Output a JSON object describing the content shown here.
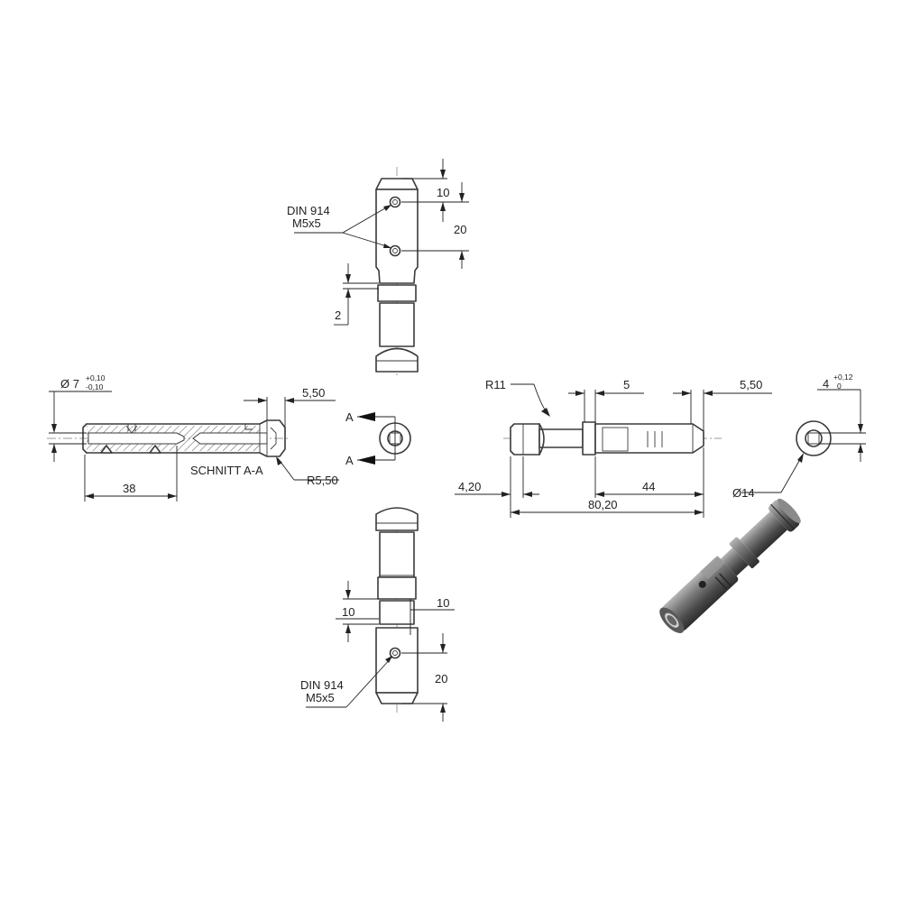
{
  "labels": {
    "din_top_1": "DIN 914",
    "din_top_2": "M5x5",
    "din_bot_1": "DIN 914",
    "din_bot_2": "M5x5",
    "section_title": "SCHNITT A-A",
    "section_mark_top": "A",
    "section_mark_bottom": "A"
  },
  "dimensions": {
    "top_10": "10",
    "top_20": "20",
    "top_2": "2",
    "bot_10_left": "10",
    "bot_10_right": "10",
    "bot_20": "20",
    "left_dia": "Ø 7",
    "left_tol_plus": "+0,10",
    "left_tol_minus": "-0,10",
    "left_550": "5,50",
    "left_r550": "R5,50",
    "left_38": "38",
    "right_r11": "R11",
    "right_5": "5",
    "right_550": "5,50",
    "right_420": "4,20",
    "right_44": "44",
    "right_8020": "80,20",
    "end_4": "4",
    "end_tol_plus": "+0,12",
    "end_tol_zero": "0",
    "end_dia14": "Ø14"
  },
  "colors": {
    "line": "#3a3a3a",
    "render_dark": "#3c3c3c",
    "render_mid": "#6a6a6a",
    "render_light": "#a8a8a8"
  }
}
